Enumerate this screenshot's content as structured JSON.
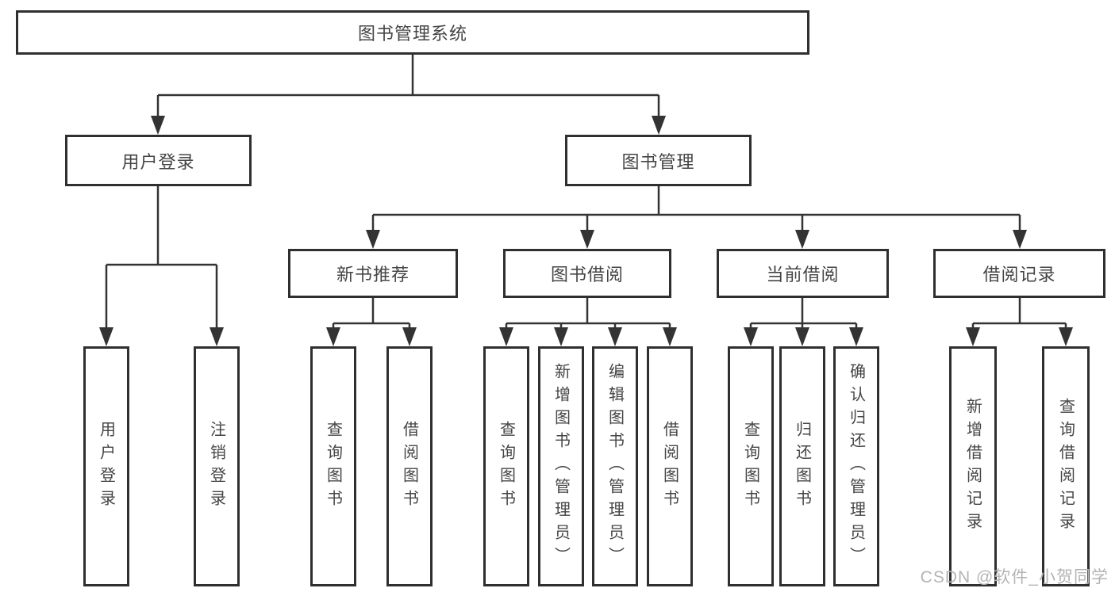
{
  "nodes": {
    "root": "图书管理系统",
    "user_login_group": "用户登录",
    "book_management": "图书管理",
    "new_book_recommend": "新书推荐",
    "book_borrow": "图书借阅",
    "current_borrow": "当前借阅",
    "borrow_records": "借阅记录"
  },
  "leaves": [
    "用户登录",
    "注销登录",
    "查询图书",
    "借阅图书",
    "查询图书",
    "新增图书（管理员）",
    "编辑图书（管理员）",
    "借阅图书",
    "查询图书",
    "归还图书",
    "确认归还（管理员）",
    "新增借阅记录",
    "查询借阅记录"
  ],
  "watermark": "CSDN @软件_小贺同学",
  "colors": {
    "line": "#333333",
    "border": "#2f2f2f",
    "text": "#454545",
    "watermark": "#b4b4b4"
  }
}
